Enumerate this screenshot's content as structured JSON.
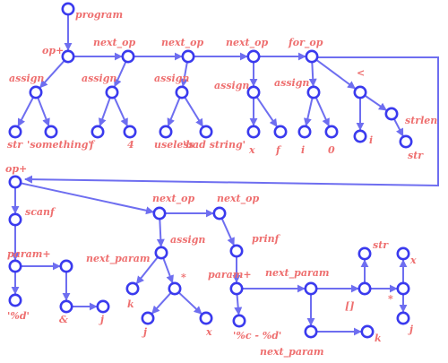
{
  "diagram": {
    "nodes": [
      {
        "id": "program",
        "label": "program"
      },
      {
        "id": "op1",
        "label": "op+"
      },
      {
        "id": "nx1",
        "label": "next_op"
      },
      {
        "id": "nx2",
        "label": "next_op"
      },
      {
        "id": "nx3",
        "label": "next_op"
      },
      {
        "id": "for",
        "label": "for_op"
      },
      {
        "id": "as1",
        "label": "assign"
      },
      {
        "id": "as2",
        "label": "assign"
      },
      {
        "id": "as3",
        "label": "assign"
      },
      {
        "id": "as4",
        "label": "assign"
      },
      {
        "id": "as5",
        "label": "assign"
      },
      {
        "id": "lt",
        "label": "<"
      },
      {
        "id": "str1",
        "label": "str"
      },
      {
        "id": "something",
        "label": "'something'"
      },
      {
        "id": "f1",
        "label": "f"
      },
      {
        "id": "n4",
        "label": "4"
      },
      {
        "id": "useless",
        "label": "useless"
      },
      {
        "id": "badstr",
        "label": "'bad string'"
      },
      {
        "id": "x1",
        "label": "x"
      },
      {
        "id": "f2",
        "label": "f"
      },
      {
        "id": "i1",
        "label": "i"
      },
      {
        "id": "n0",
        "label": "0"
      },
      {
        "id": "i2",
        "label": "i"
      },
      {
        "id": "strlen",
        "label": "strlen"
      },
      {
        "id": "str2",
        "label": "str"
      },
      {
        "id": "op2",
        "label": "op+"
      },
      {
        "id": "scanf",
        "label": "scanf"
      },
      {
        "id": "param1",
        "label": "param+"
      },
      {
        "id": "pd",
        "label": "'%d'"
      },
      {
        "id": "np1",
        "label": "next_param"
      },
      {
        "id": "amp",
        "label": "&"
      },
      {
        "id": "j1",
        "label": "j"
      },
      {
        "id": "nx4",
        "label": "next_op"
      },
      {
        "id": "nx5",
        "label": "next_op"
      },
      {
        "id": "as6",
        "label": "assign"
      },
      {
        "id": "k1",
        "label": "k"
      },
      {
        "id": "mul1",
        "label": "*"
      },
      {
        "id": "j2",
        "label": "j"
      },
      {
        "id": "x2",
        "label": "x"
      },
      {
        "id": "printf",
        "label": "prinf"
      },
      {
        "id": "param2",
        "label": "param+"
      },
      {
        "id": "pcd",
        "label": "'%c - %d'"
      },
      {
        "id": "np2",
        "label": "next_param"
      },
      {
        "id": "np3",
        "label": "next_param"
      },
      {
        "id": "k2",
        "label": "k"
      },
      {
        "id": "idx",
        "label": "[]"
      },
      {
        "id": "str3",
        "label": "str"
      },
      {
        "id": "mul2",
        "label": "*"
      },
      {
        "id": "x3",
        "label": "x"
      },
      {
        "id": "j3",
        "label": "j"
      }
    ],
    "edges": [
      [
        "program",
        "op1"
      ],
      [
        "op1",
        "nx1"
      ],
      [
        "nx1",
        "nx2"
      ],
      [
        "nx2",
        "nx3"
      ],
      [
        "nx3",
        "for"
      ],
      [
        "op1",
        "as1"
      ],
      [
        "as1",
        "str1"
      ],
      [
        "as1",
        "something"
      ],
      [
        "nx1",
        "as2"
      ],
      [
        "as2",
        "f1"
      ],
      [
        "as2",
        "n4"
      ],
      [
        "nx2",
        "as3"
      ],
      [
        "as3",
        "useless"
      ],
      [
        "as3",
        "badstr"
      ],
      [
        "nx3",
        "as4"
      ],
      [
        "as4",
        "x1"
      ],
      [
        "as4",
        "f2"
      ],
      [
        "for",
        "as5"
      ],
      [
        "as5",
        "i1"
      ],
      [
        "as5",
        "n0"
      ],
      [
        "for",
        "lt"
      ],
      [
        "lt",
        "i2"
      ],
      [
        "lt",
        "strlen"
      ],
      [
        "strlen",
        "str2"
      ],
      [
        "for",
        "op2"
      ],
      [
        "op2",
        "scanf"
      ],
      [
        "scanf",
        "param1"
      ],
      [
        "param1",
        "pd"
      ],
      [
        "param1",
        "np1"
      ],
      [
        "np1",
        "amp"
      ],
      [
        "amp",
        "j1"
      ],
      [
        "op2",
        "nx4"
      ],
      [
        "nx4",
        "nx5"
      ],
      [
        "nx4",
        "as6"
      ],
      [
        "as6",
        "k1"
      ],
      [
        "as6",
        "mul1"
      ],
      [
        "mul1",
        "j2"
      ],
      [
        "mul1",
        "x2"
      ],
      [
        "nx5",
        "printf"
      ],
      [
        "printf",
        "param2"
      ],
      [
        "param2",
        "pcd"
      ],
      [
        "param2",
        "np2"
      ],
      [
        "np2",
        "np3"
      ],
      [
        "np3",
        "k2"
      ],
      [
        "np2",
        "idx"
      ],
      [
        "idx",
        "str3"
      ],
      [
        "idx",
        "mul2"
      ],
      [
        "mul2",
        "x3"
      ],
      [
        "mul2",
        "j3"
      ]
    ]
  }
}
